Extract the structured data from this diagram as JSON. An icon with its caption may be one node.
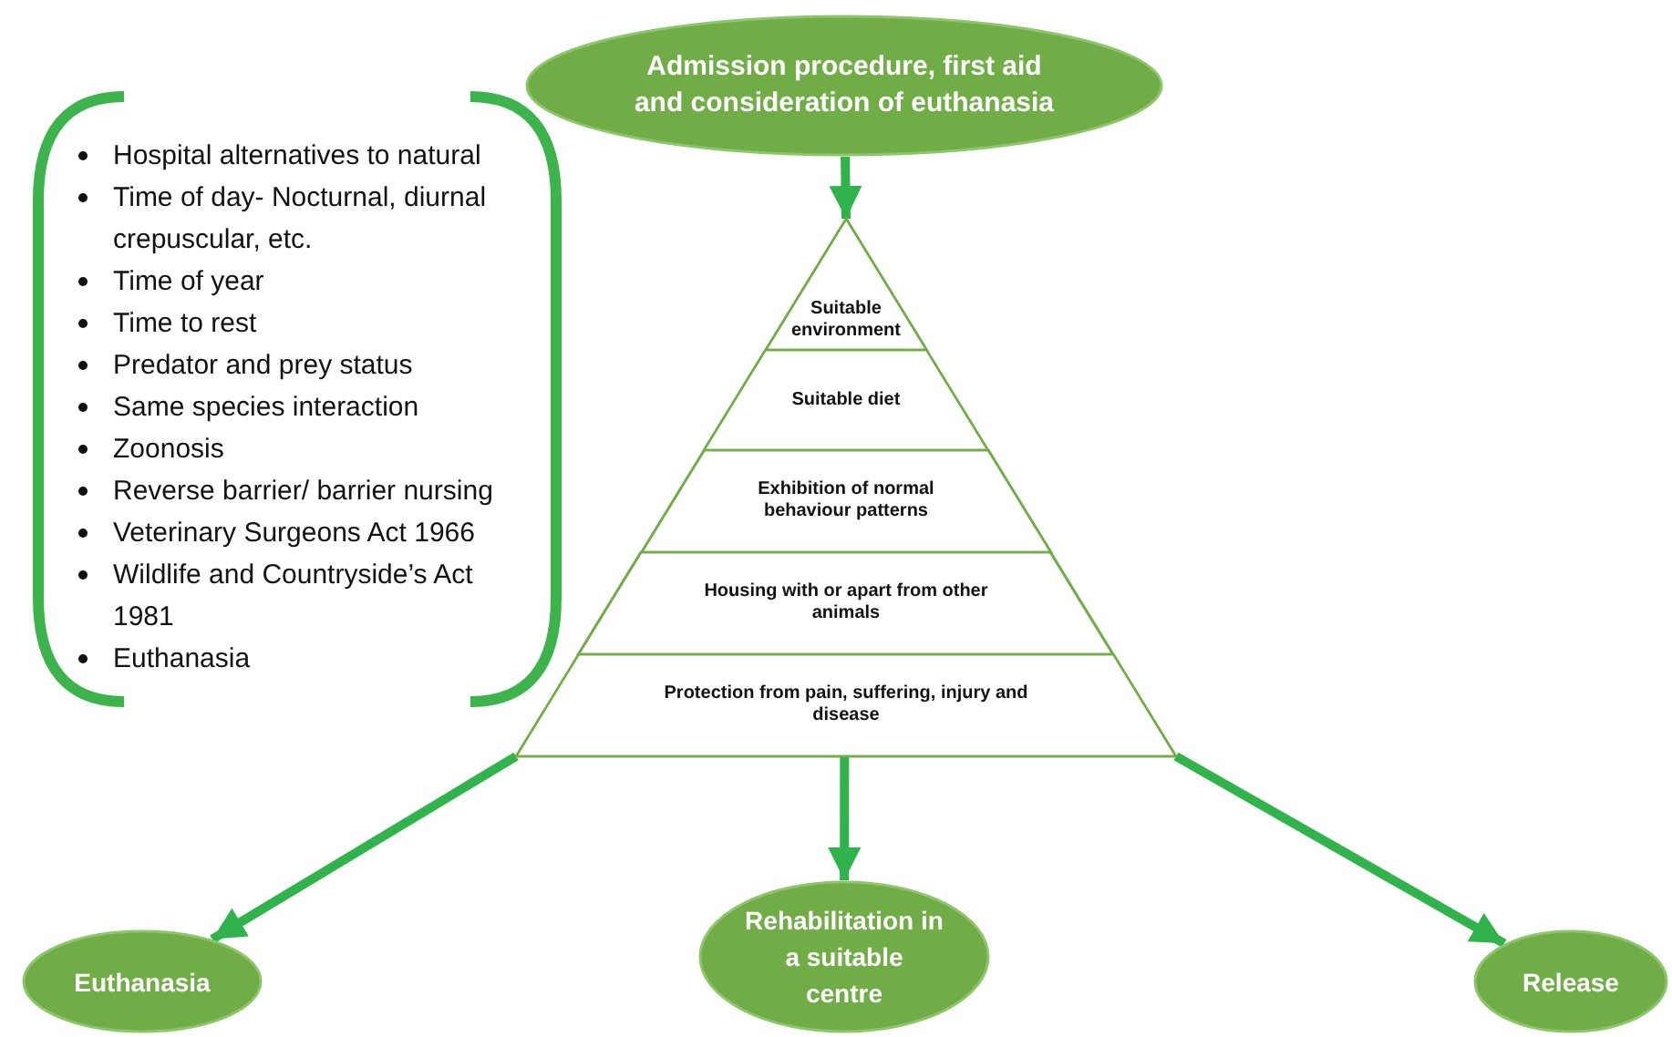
{
  "diagram": {
    "nodes": [
      {
        "text": [
          "Admission procedure, first aid and consideration of euthanasia"
        ]
      },
      {
        "text": [],
        "shape": "triangle"
      },
      {
        "text": [
          "Suitable environment"
        ],
        "in": 1
      },
      {
        "text": [
          "Suitable diet"
        ],
        "in": 1
      },
      {
        "text": [
          "Exhibition of normal behaviour patterns"
        ],
        "in": 1
      },
      {
        "text": [
          "Housing with or apart from other animals"
        ],
        "in": 1
      },
      {
        "text": [
          "Protection from pain, suffering, injury and disease"
        ],
        "in": 1
      },
      {
        "text": [
          "Hospital alternatives to natural",
          "Time of day- Nocturnal, diurnal crepuscular, etc.",
          "Time of year",
          "Time to rest",
          "Predator and prey status",
          "Same species interaction",
          "Zoonosis",
          "Reverse barrier/ barrier nursing",
          "Veterinary Surgeons Act 1966",
          "Wildlife and Countryside’s Act 1981",
          "Euthanasia"
        ]
      },
      {
        "text": [
          "Euthanasia"
        ]
      },
      {
        "text": [
          "Rehabilitation in a suitable centre"
        ]
      },
      {
        "text": [
          "Release"
        ]
      }
    ],
    "edges": [
      {
        "from": 0,
        "to": 1,
        "arrow": "to"
      },
      {
        "from": 1,
        "to": 8,
        "arrow": "to"
      },
      {
        "from": 1,
        "to": 9,
        "arrow": "to"
      },
      {
        "from": 1,
        "to": 10,
        "arrow": "to"
      }
    ]
  }
}
